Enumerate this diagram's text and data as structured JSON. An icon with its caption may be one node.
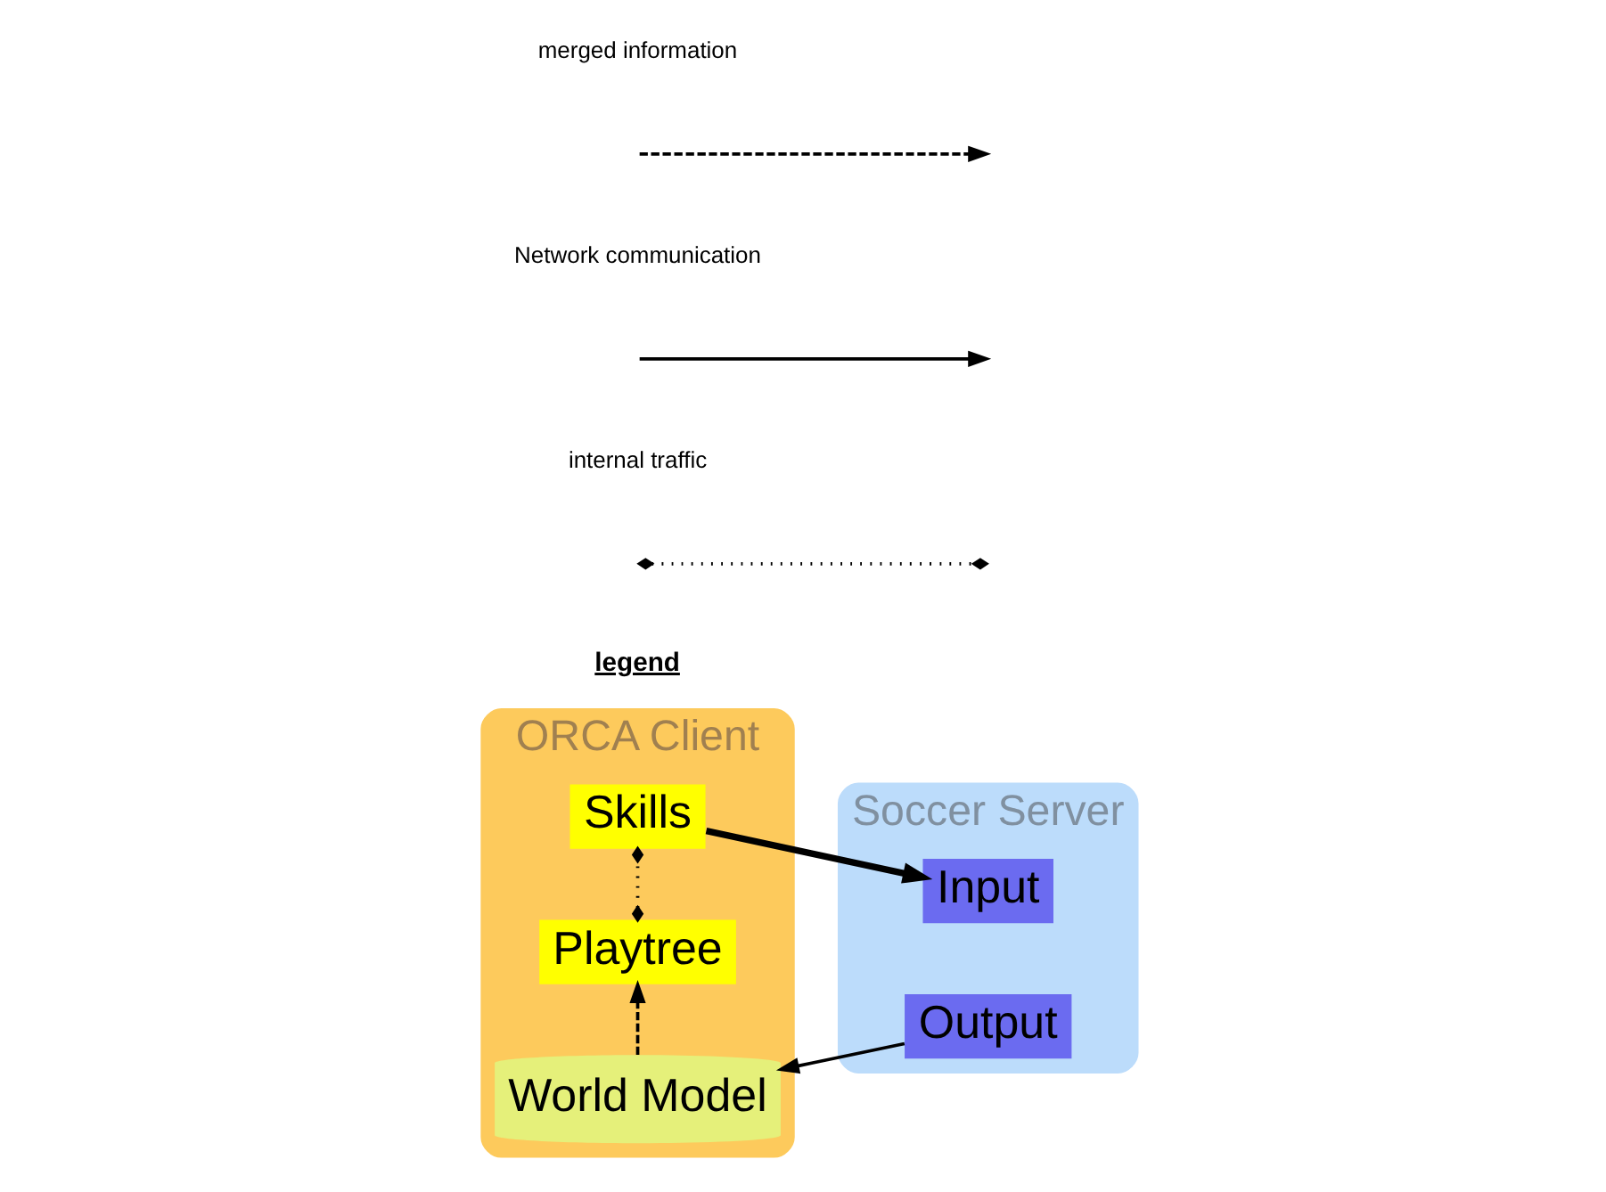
{
  "diagram": {
    "nodes": [
      {
        "text": [
          "ORCA Client"
        ]
      },
      {
        "text": [
          "World Model"
        ],
        "in": 0
      },
      {
        "text": [
          "Playtree"
        ],
        "in": 0
      },
      {
        "text": [
          "Skills"
        ],
        "in": 0
      },
      {
        "text": [
          "Soccer Server"
        ]
      },
      {
        "text": [
          "Output"
        ],
        "in": 4
      },
      {
        "text": [
          "Input"
        ],
        "in": 4
      }
    ],
    "edges": [
      {
        "from": 5,
        "to": 1,
        "arrow": "to"
      },
      {
        "from": 1,
        "to": 2,
        "arrow": "to",
        "style": "dashed"
      },
      {
        "from": 2,
        "to": 3,
        "arrow": "other",
        "style": "dashed"
      },
      {
        "from": 3,
        "to": 6,
        "arrow": "to",
        "style": "thick"
      }
    ],
    "labels": [
      "legend"
    ],
    "legend": [
      {
        "text": "merged information"
      },
      {
        "text": "Network communication"
      },
      {
        "text": "internal traffic"
      }
    ]
  }
}
